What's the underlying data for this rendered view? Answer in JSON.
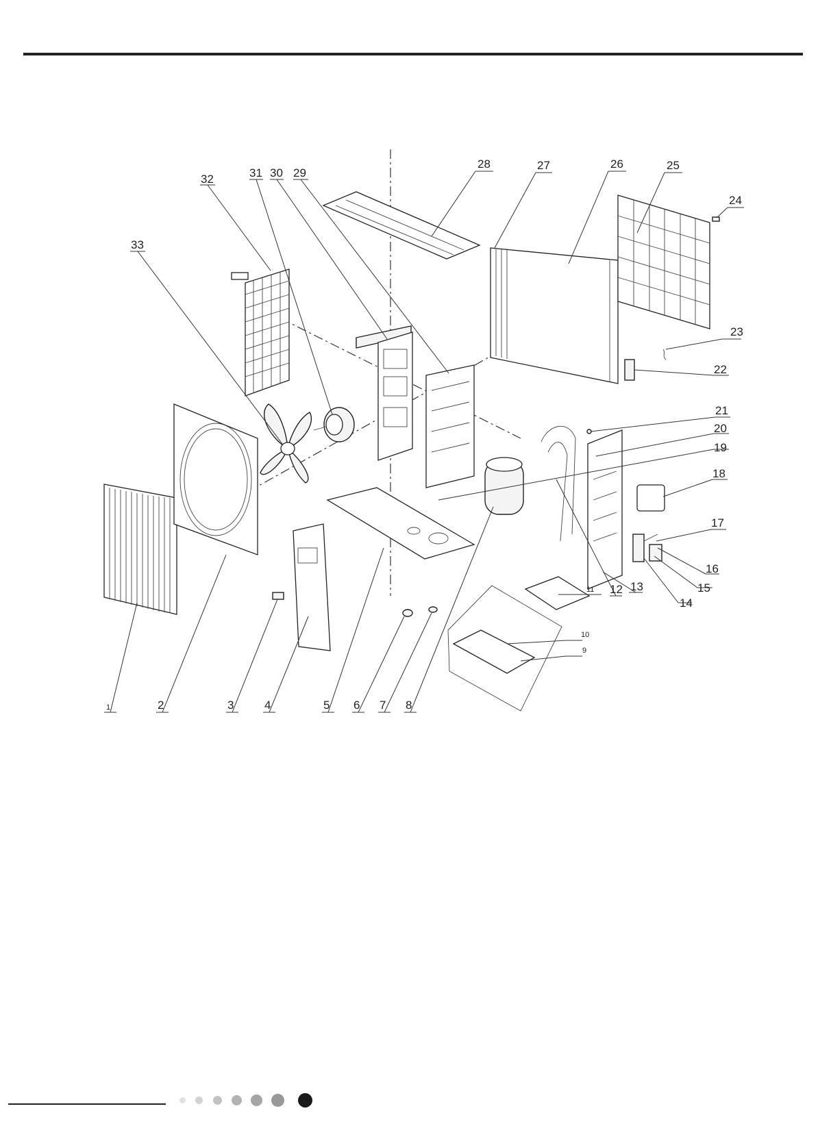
{
  "diagram": {
    "callouts": [
      "1",
      "2",
      "3",
      "4",
      "5",
      "6",
      "7",
      "8",
      "9",
      "10",
      "11",
      "12",
      "13",
      "14",
      "15",
      "16",
      "17",
      "18",
      "19",
      "20",
      "21",
      "22",
      "23",
      "24",
      "25",
      "26",
      "27",
      "28",
      "29",
      "30",
      "31",
      "32",
      "33"
    ]
  },
  "footer": {
    "page_indicator": {
      "count": 7,
      "active_index": 6
    }
  }
}
